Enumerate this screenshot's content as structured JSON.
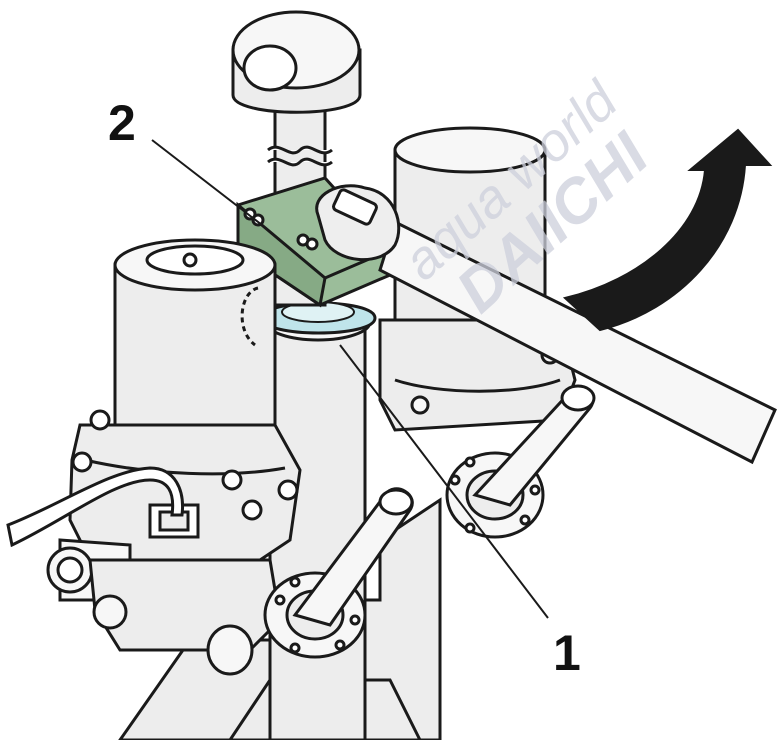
{
  "callouts": [
    {
      "id": "callout-1",
      "text": "1"
    },
    {
      "id": "callout-2",
      "text": "2"
    }
  ],
  "watermark": {
    "line1": "aqua world",
    "line2": "DAIICHI"
  },
  "colors": {
    "line": "#1a1a1a",
    "part_fill": "#ededed",
    "part_fill_light": "#f7f7f7",
    "tool_highlight": "#9bbd9a",
    "ring_highlight": "#bfe4ea",
    "arrow": "#1a1a1a",
    "watermark": "#cdd0dc"
  }
}
